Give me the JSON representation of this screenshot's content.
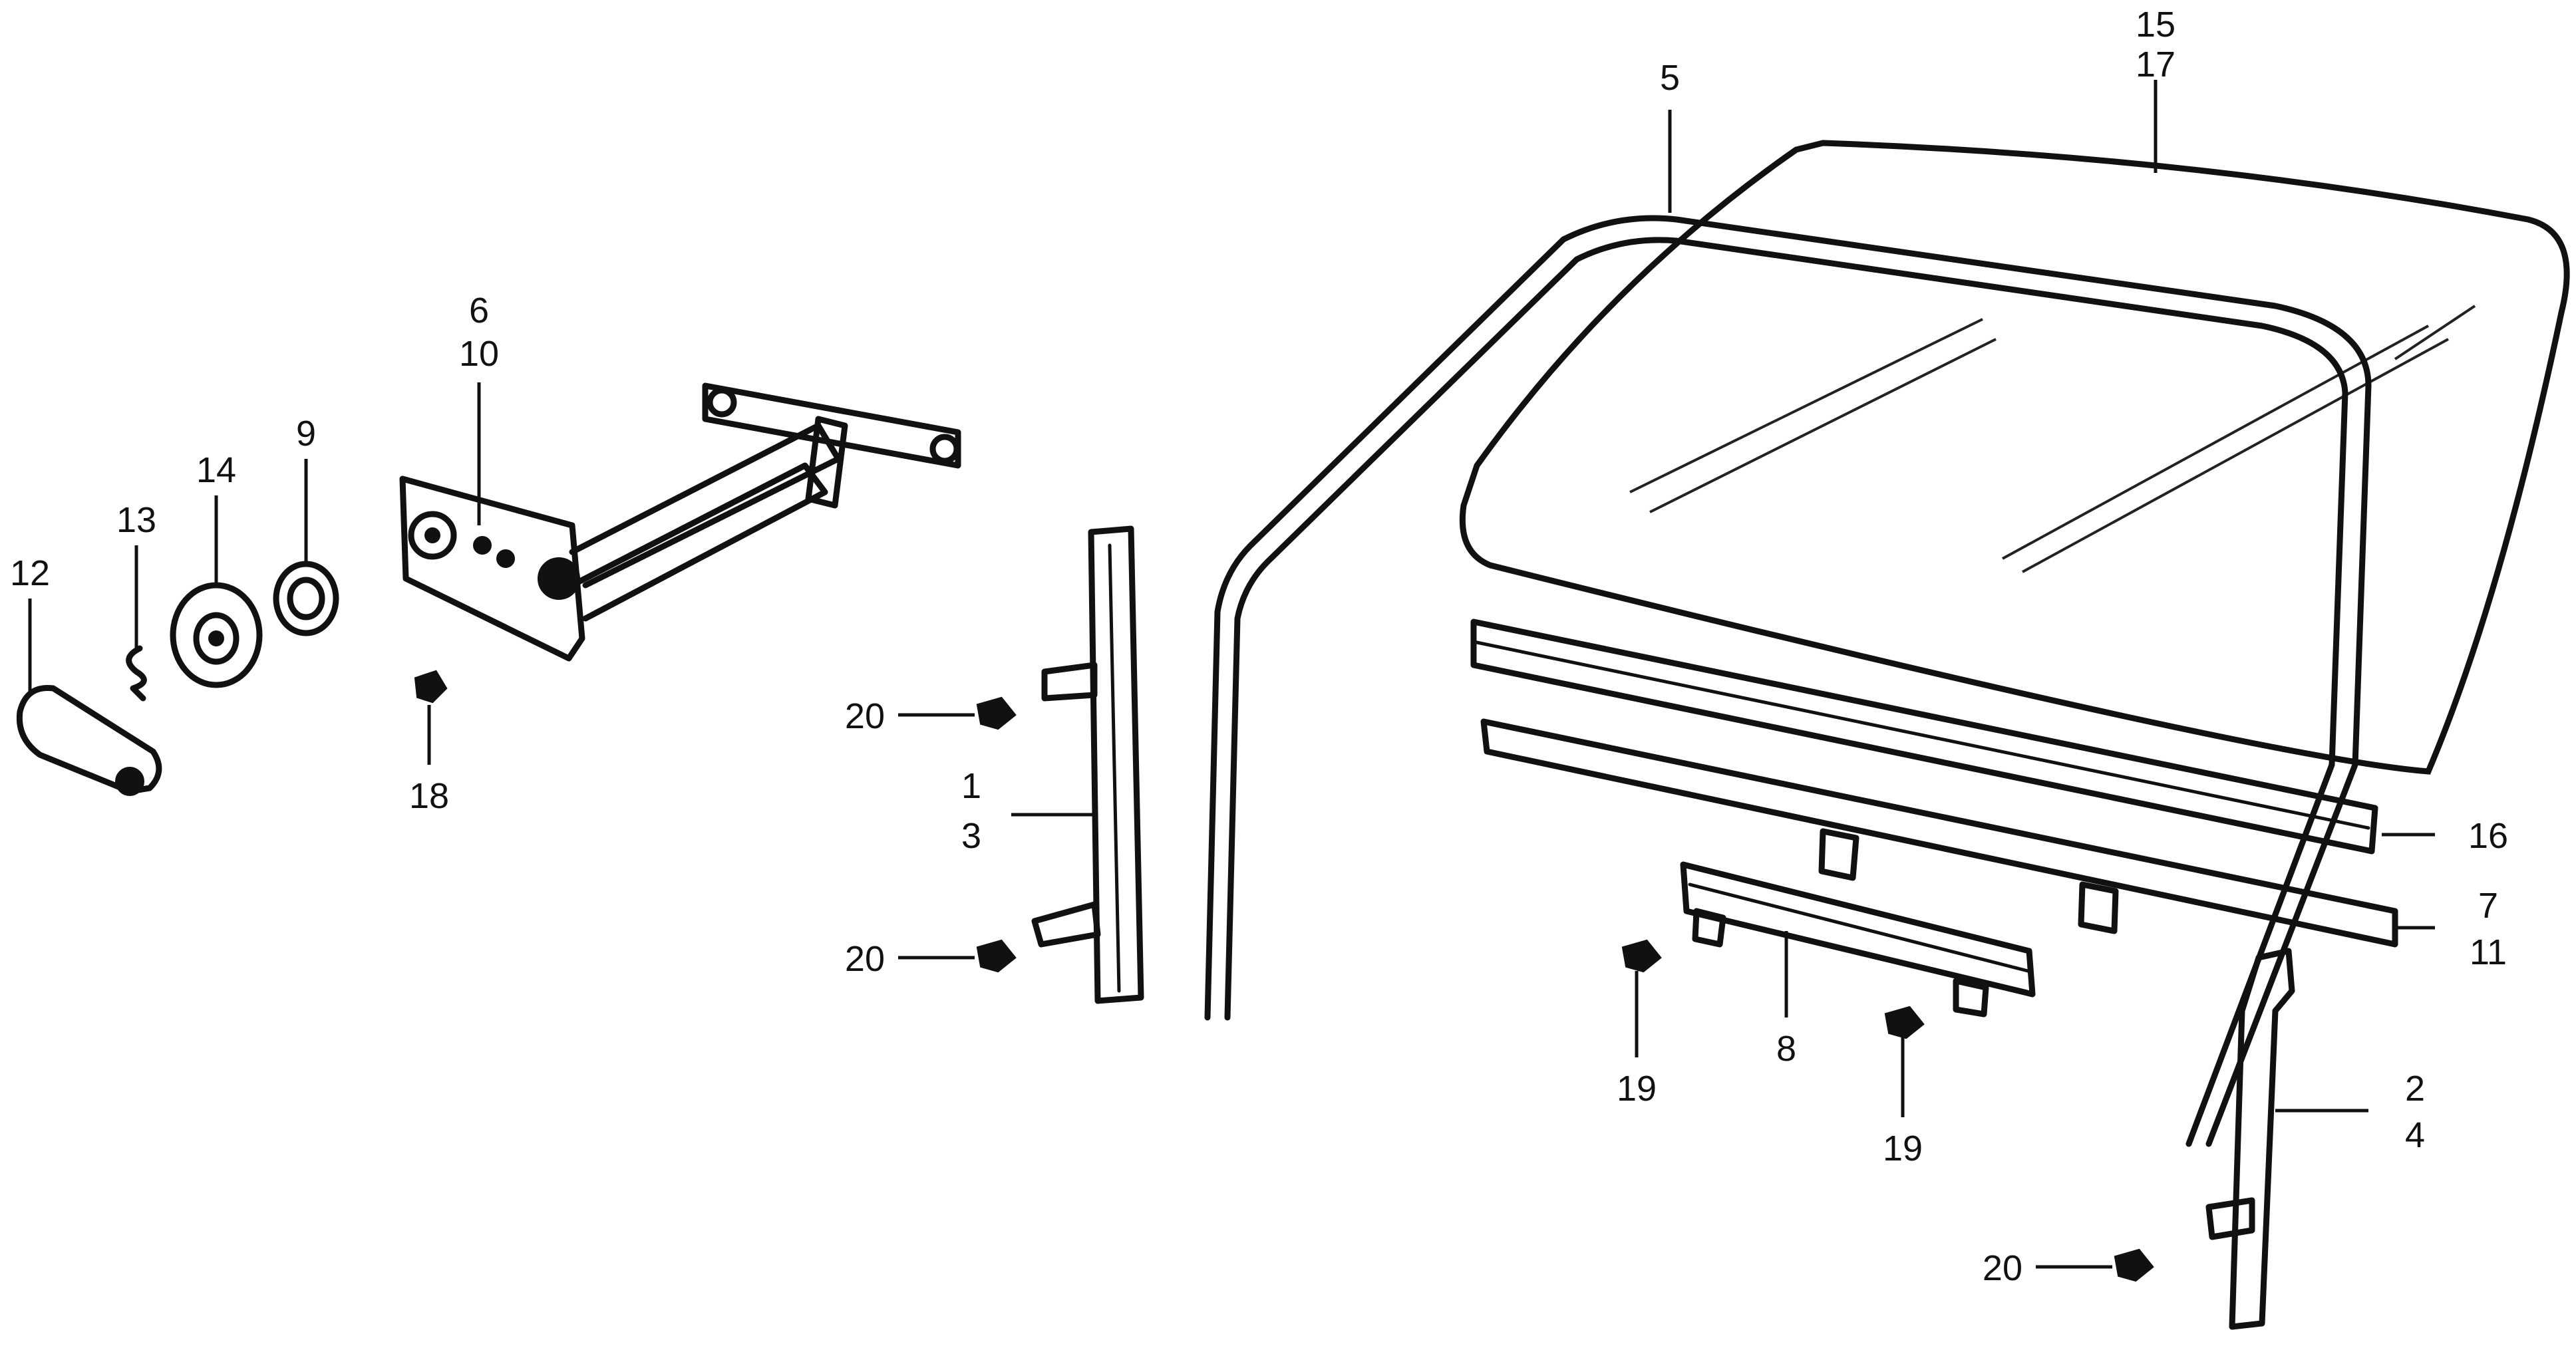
{
  "labels": {
    "l15": "15",
    "l17": "17",
    "l5": "5",
    "l6": "6",
    "l10": "10",
    "l9": "9",
    "l14": "14",
    "l13": "13",
    "l12": "12",
    "l18": "18",
    "l20a": "20",
    "l20b": "20",
    "l20c": "20",
    "l1": "1",
    "l3": "3",
    "l16": "16",
    "l7": "7",
    "l11": "11",
    "l8": "8",
    "l19a": "19",
    "l19b": "19",
    "l2": "2",
    "l4": "4"
  }
}
